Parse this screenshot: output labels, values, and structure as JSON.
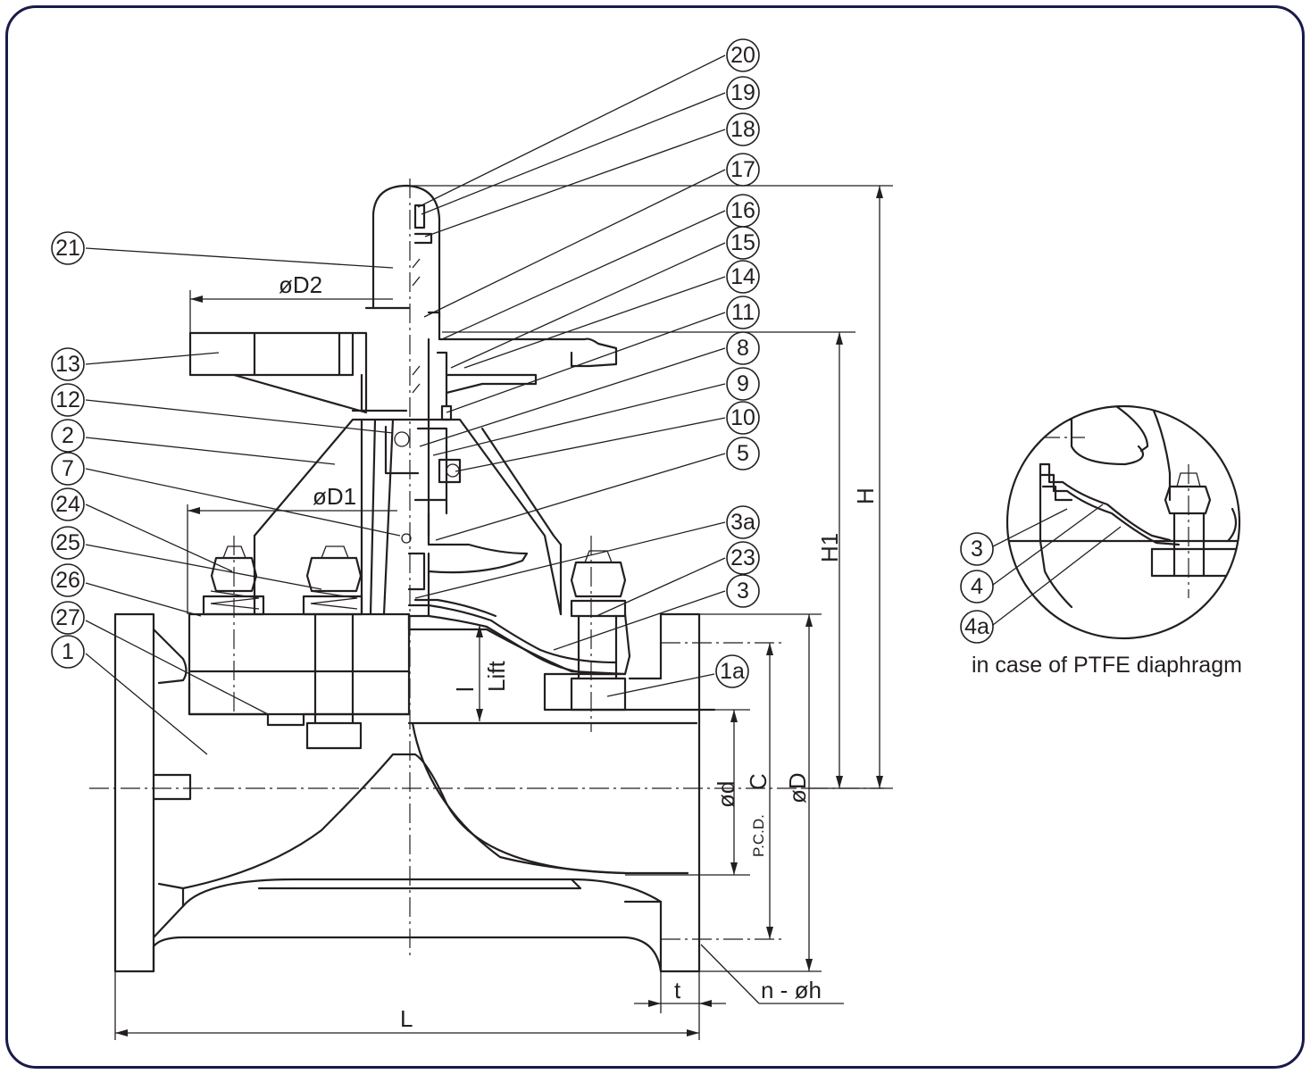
{
  "callouts_left": [
    "21",
    "13",
    "12",
    "2",
    "7",
    "24",
    "25",
    "26",
    "27",
    "1"
  ],
  "callouts_right": [
    "20",
    "19",
    "18",
    "17",
    "16",
    "15",
    "14",
    "11",
    "8",
    "9",
    "10",
    "5",
    "3a",
    "23",
    "3",
    "1a"
  ],
  "detail_callouts": [
    "3",
    "4",
    "4a"
  ],
  "dimensions": {
    "D2": "øD2",
    "D1": "øD1",
    "H": "H",
    "H1": "H1",
    "lift_l": "l",
    "lift": "Lift",
    "d": "ød",
    "C": "C",
    "pcd": "P.C.D.",
    "D": "øD",
    "t": "t",
    "nh": "n - øh",
    "L": "L"
  },
  "detail_caption": "in case of PTFE diaphragm",
  "colors": {
    "line": "#231f20",
    "frame": "#1a1a4a",
    "background": "#ffffff"
  }
}
